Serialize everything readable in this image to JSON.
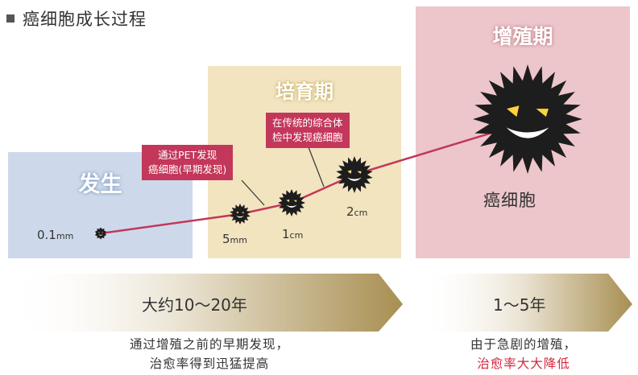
{
  "title": "癌细胞成长过程",
  "stages": {
    "onset": "发生",
    "incubation": "培育期",
    "proliferation": "增殖期"
  },
  "callouts": {
    "early_detection": [
      "通过PET发现",
      "癌细胞(早期发现)"
    ],
    "routine_exam": [
      "在传统的综合体",
      "检中发现癌细胞"
    ]
  },
  "sizes": [
    {
      "value": "0.1",
      "unit": "mm"
    },
    {
      "value": "5",
      "unit": "mm"
    },
    {
      "value": "1",
      "unit": "cm"
    },
    {
      "value": "2",
      "unit": "cm"
    }
  ],
  "cancer_cell_label": "癌细胞",
  "timeline": {
    "left_duration": "大约10～20年",
    "right_duration": "1～5年"
  },
  "notes": {
    "left": [
      "通过增殖之前的早期发现，",
      "治愈率得到迅猛提高"
    ],
    "right": [
      "由于急剧的增殖，",
      "治愈率大大降低"
    ]
  },
  "colors": {
    "onset_bg": "#cdd9ea",
    "incubation_bg": "#f2e4bf",
    "proliferation_bg": "#ecc6ca",
    "accent_line": "#c2375a",
    "callout_bg": "#c2375a",
    "arrow_gold": "#a88f52",
    "emphasis_red": "#d2283c"
  }
}
